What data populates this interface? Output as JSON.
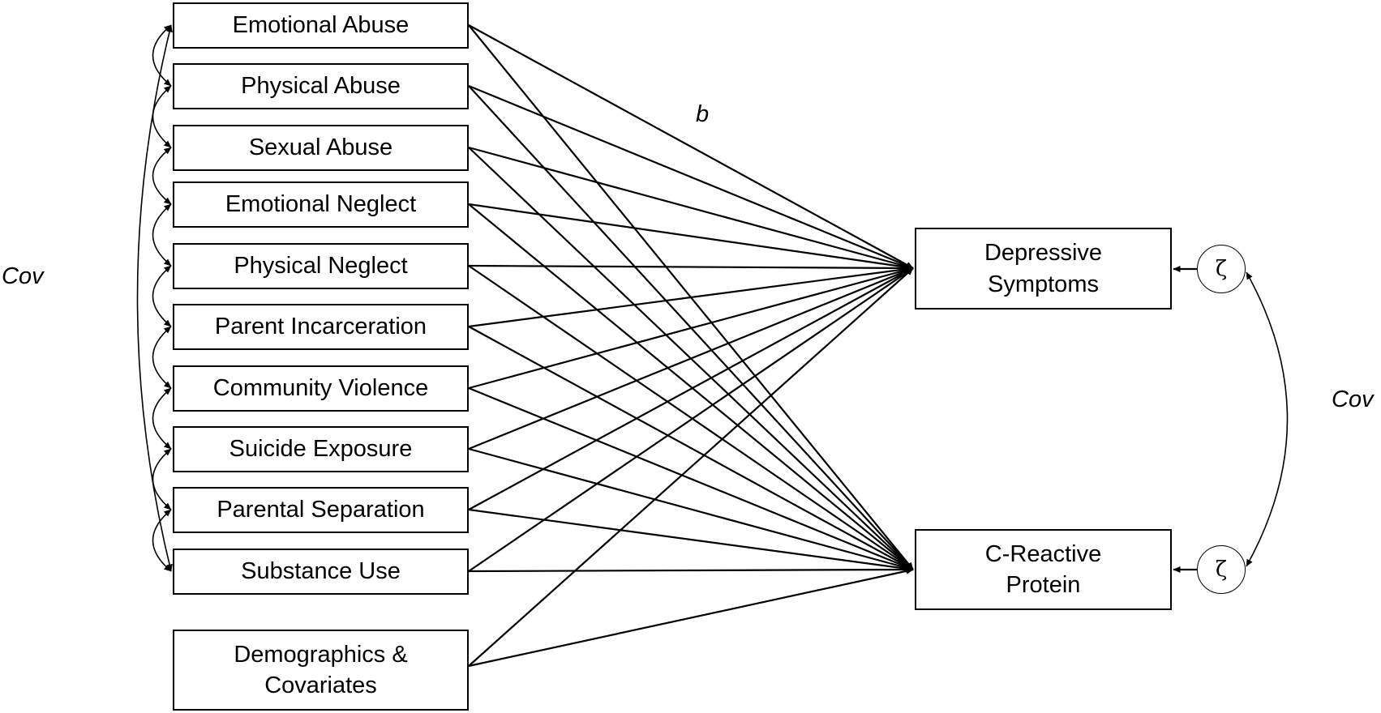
{
  "predictors": [
    "Emotional Abuse",
    "Physical Abuse",
    "Sexual Abuse",
    "Emotional Neglect",
    "Physical Neglect",
    "Parent Incarceration",
    "Community Violence",
    "Suicide Exposure",
    "Parental Separation",
    "Substance Use"
  ],
  "covariates": {
    "line1": "Demographics &",
    "line2": "Covariates"
  },
  "outcomes": {
    "depressive": {
      "line1": "Depressive",
      "line2": "Symptoms"
    },
    "crp": {
      "line1": "C-Reactive",
      "line2": "Protein"
    }
  },
  "residual_symbol": "ζ",
  "labels": {
    "path": "b",
    "cov_left": "Cov",
    "cov_right": "Cov"
  }
}
